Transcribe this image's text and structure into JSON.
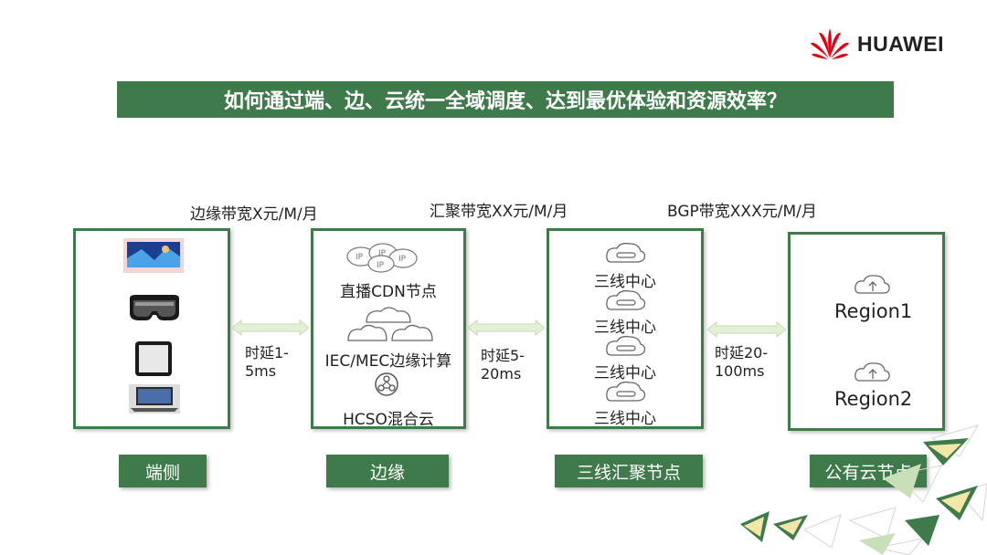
{
  "brand": {
    "name": "HUAWEI"
  },
  "title": "如何通过端、边、云统一全域调度、达到最优体验和资源效率？",
  "costs": [
    "边缘带宽X元/M/月",
    "汇聚带宽XX元/M/月",
    "BGP带宽XXX元/M/月"
  ],
  "latencies": [
    {
      "line1": "时延1-",
      "line2": "5ms"
    },
    {
      "line1": "时延5-",
      "line2": "20ms"
    },
    {
      "line1": "时延20-",
      "line2": "100ms"
    }
  ],
  "edge": {
    "items": [
      "直播CDN节点",
      "IEC/MEC边缘计算",
      "HCSO混合云"
    ],
    "ip_labels": [
      "IP",
      "IP",
      "IP",
      "IP"
    ]
  },
  "convergence": {
    "items": [
      "三线中心",
      "三线中心",
      "三线中心",
      "三线中心"
    ]
  },
  "cloud": {
    "regions": [
      "Region1",
      "Region2"
    ]
  },
  "labels": [
    "端侧",
    "边缘",
    "三线汇聚节点",
    "公有云节点"
  ],
  "colors": {
    "primary_green": "#3f7a4a",
    "huawei_red": "#e60012"
  }
}
